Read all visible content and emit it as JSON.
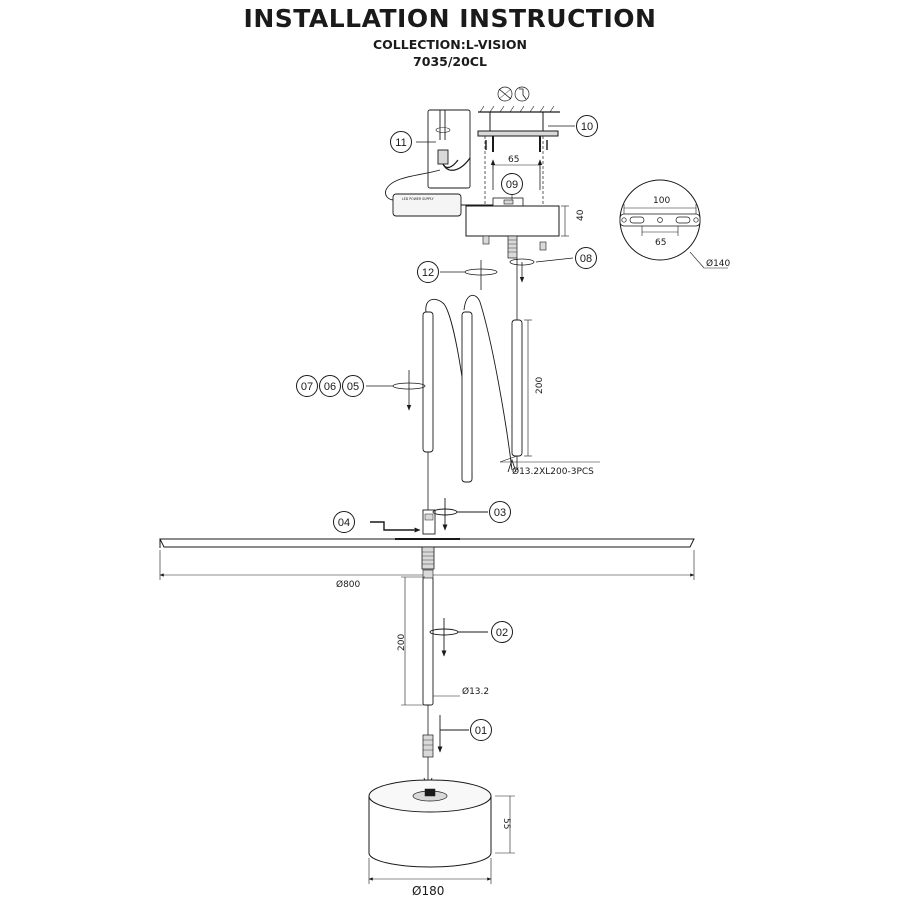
{
  "header": {
    "title": "INSTALLATION INSTRUCTION",
    "collection": "COLLECTION:L-VISION",
    "model": "7035/20CL"
  },
  "callouts": [
    "01",
    "02",
    "03",
    "04",
    "05",
    "06",
    "07",
    "08",
    "09",
    "10",
    "11",
    "12"
  ],
  "dimensions": {
    "bracket_spacing": "65",
    "canopy_height": "40",
    "plate_outer": "100",
    "plate_inner": "65",
    "plate_diameter": "Ø140",
    "rod_length_upper": "200",
    "rod_spec_upper": "Ø13.2XL200-3PCS",
    "disc_diameter": "Ø800",
    "rod_length_lower": "200",
    "rod_diameter_lower": "Ø13.2",
    "base_height": "55",
    "base_diameter": "Ø180"
  },
  "labels": {
    "driver": "LED POWER SUPPLY"
  },
  "colors": {
    "ink": "#1a1a1a",
    "fill_gray": "#d9d9d9",
    "fill_light": "#f0f0f0"
  }
}
